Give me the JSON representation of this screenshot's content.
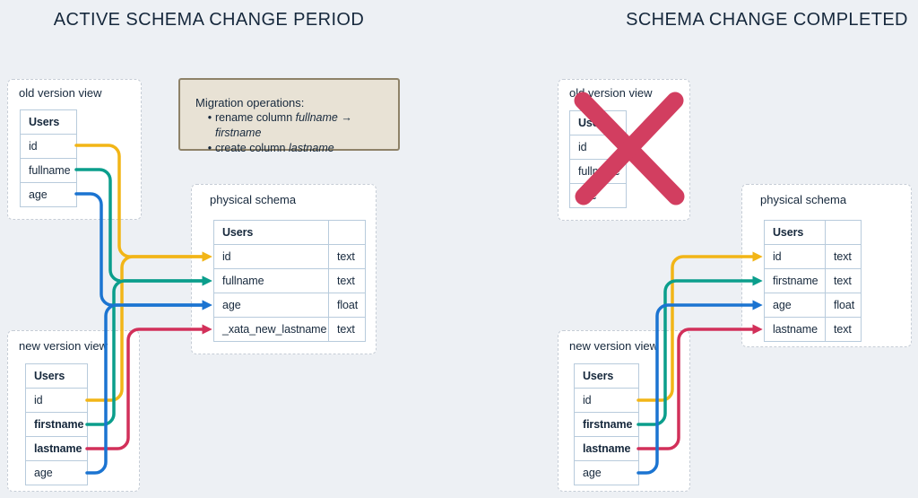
{
  "palette": {
    "page_bg": "#EDF0F4",
    "text": "#16283C",
    "box_border": "#C6CDD6",
    "table_border": "#B8CBDC",
    "note_bg": "#E8E2D5",
    "note_border": "#8E8268",
    "yellow": "#F2B517",
    "teal": "#0B9E8C",
    "blue": "#1B74D1",
    "red": "#D2305A",
    "x_red": "#D23E60"
  },
  "left": {
    "title": "ACTIVE SCHEMA CHANGE PERIOD",
    "old_view": {
      "label": "old version view",
      "table": {
        "header": "Users",
        "rows": [
          {
            "name": "id"
          },
          {
            "name": "fullname"
          },
          {
            "name": "age"
          }
        ]
      }
    },
    "note": {
      "title": "Migration operations:",
      "items": [
        [
          {
            "t": "rename column "
          },
          {
            "t": "fullname",
            "i": true
          },
          {
            "t": " → "
          },
          {
            "t": "firstname",
            "i": true
          }
        ],
        [
          {
            "t": "create column "
          },
          {
            "t": "lastname",
            "i": true
          }
        ]
      ]
    },
    "physical": {
      "label": "physical schema",
      "table": {
        "header": "Users",
        "rows": [
          {
            "name": "id",
            "type": "text"
          },
          {
            "name": "fullname",
            "type": "text"
          },
          {
            "name": "age",
            "type": "float"
          },
          {
            "name": "_xata_new_lastname",
            "type": "text"
          }
        ]
      }
    },
    "new_view": {
      "label": "new version view",
      "table": {
        "header": "Users",
        "rows": [
          {
            "name": "id"
          },
          {
            "name": "firstname",
            "bold": true
          },
          {
            "name": "lastname",
            "bold": true
          },
          {
            "name": "age"
          }
        ]
      }
    }
  },
  "right": {
    "title": "SCHEMA CHANGE COMPLETED",
    "old_view": {
      "label": "old version view",
      "crossed_out": true,
      "table": {
        "header": "Users",
        "rows": [
          {
            "name": "id"
          },
          {
            "name": "fullname"
          },
          {
            "name": "age"
          }
        ]
      }
    },
    "physical": {
      "label": "physical schema",
      "table": {
        "header": "Users",
        "rows": [
          {
            "name": "id",
            "type": "text"
          },
          {
            "name": "firstname",
            "type": "text"
          },
          {
            "name": "age",
            "type": "float"
          },
          {
            "name": "lastname",
            "type": "text"
          }
        ]
      }
    },
    "new_view": {
      "label": "new version view",
      "table": {
        "header": "Users",
        "rows": [
          {
            "name": "id"
          },
          {
            "name": "firstname",
            "bold": true
          },
          {
            "name": "lastname",
            "bold": true
          },
          {
            "name": "age"
          }
        ]
      }
    }
  },
  "connectors": {
    "left": [
      {
        "from": "old_view.id",
        "to": "physical.id",
        "color": "yellow"
      },
      {
        "from": "new_view.id",
        "to": "physical.id",
        "color": "yellow"
      },
      {
        "from": "old_view.fullname",
        "to": "physical.fullname",
        "color": "teal"
      },
      {
        "from": "new_view.firstname",
        "to": "physical.fullname",
        "color": "teal"
      },
      {
        "from": "old_view.age",
        "to": "physical.age",
        "color": "blue"
      },
      {
        "from": "new_view.age",
        "to": "physical.age",
        "color": "blue"
      },
      {
        "from": "new_view.lastname",
        "to": "physical._xata_new_lastname",
        "color": "red"
      }
    ],
    "right": [
      {
        "from": "new_view.id",
        "to": "physical.id",
        "color": "yellow"
      },
      {
        "from": "new_view.firstname",
        "to": "physical.firstname",
        "color": "teal"
      },
      {
        "from": "new_view.age",
        "to": "physical.age",
        "color": "blue"
      },
      {
        "from": "new_view.lastname",
        "to": "physical.lastname",
        "color": "red"
      }
    ]
  }
}
